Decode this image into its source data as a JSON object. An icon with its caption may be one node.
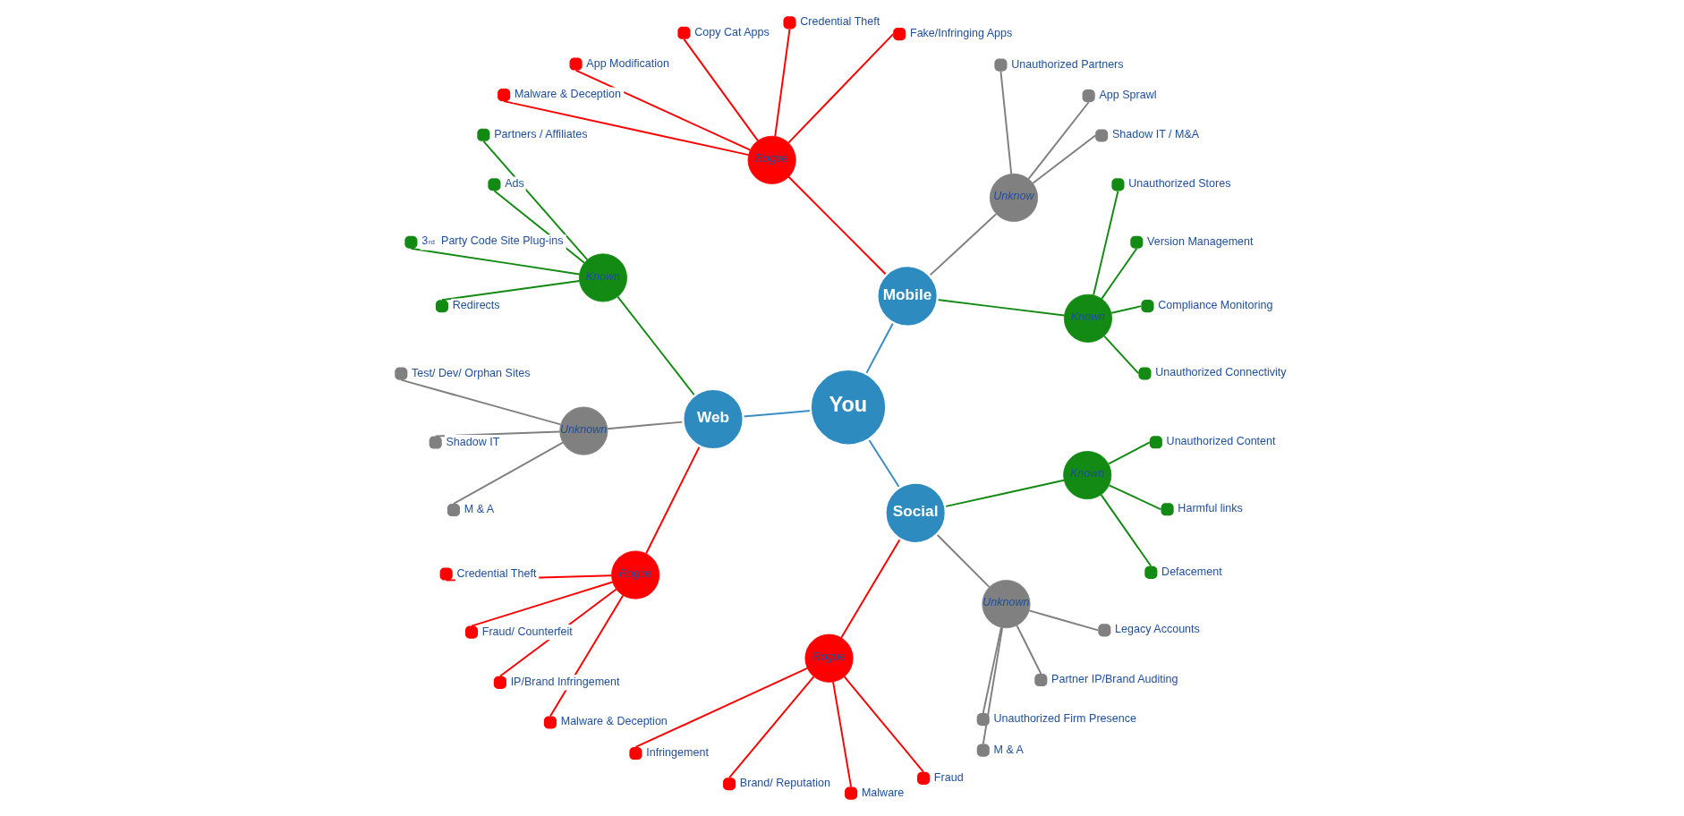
{
  "diagram": {
    "nodes": [
      {
        "text": [
          "You"
        ]
      },
      {
        "text": [
          "Mobile"
        ]
      },
      {
        "text": [
          "Known"
        ]
      },
      {
        "text": [
          "Unauthorized Connectivity"
        ]
      },
      {
        "text": [
          "Compliance Monitoring"
        ]
      },
      {
        "text": [
          "Version Management"
        ]
      },
      {
        "text": [
          "Unauthorized Stores"
        ]
      },
      {
        "text": [
          "Unknow"
        ]
      },
      {
        "text": [
          "Shadow IT / M&A"
        ]
      },
      {
        "text": [
          "App Sprawl"
        ]
      },
      {
        "text": [
          "Unauthorized Partners"
        ]
      },
      {
        "text": [
          "Rogue"
        ]
      },
      {
        "text": [
          "Fake/Infringing Apps"
        ]
      },
      {
        "text": [
          "Credential Theft"
        ]
      },
      {
        "text": [
          "Copy Cat Apps"
        ]
      },
      {
        "text": [
          "App Modification"
        ]
      },
      {
        "text": [
          "Malware & Deception"
        ]
      },
      {
        "text": [
          "Web"
        ]
      },
      {
        "text": [
          "Known"
        ]
      },
      {
        "text": [
          "Partners / Affiliates"
        ]
      },
      {
        "text": [
          "Ads"
        ]
      },
      {
        "text": [
          "3$^{rd}$ Party Code Site Plug-ins"
        ]
      },
      {
        "text": [
          "Redirects"
        ]
      },
      {
        "text": [
          "Unknown"
        ]
      },
      {
        "text": [
          "Test/ Dev/ Orphan Sites"
        ]
      },
      {
        "text": [
          "Shadow IT"
        ]
      },
      {
        "text": [
          "M & A"
        ]
      },
      {
        "text": [
          "Rogue"
        ]
      },
      {
        "text": [
          "Credential Theft"
        ]
      },
      {
        "text": [
          "Fraud/ Counterfeit"
        ]
      },
      {
        "text": [
          "IP/Brand Infringement"
        ]
      },
      {
        "text": [
          "Malware & Deception"
        ]
      },
      {
        "text": [
          "Social"
        ]
      },
      {
        "text": [
          "Rogue"
        ]
      },
      {
        "text": [
          "Infringement"
        ]
      },
      {
        "text": [
          "Brand/ Reputation"
        ]
      },
      {
        "text": [
          "Malware"
        ]
      },
      {
        "text": [
          "Fraud"
        ]
      },
      {
        "text": [
          "Unknown"
        ]
      },
      {
        "text": [
          "M & A"
        ]
      },
      {
        "text": [
          "Unauthorized Firm Presence"
        ]
      },
      {
        "text": [
          "Partner IP/Brand Auditing"
        ]
      },
      {
        "text": [
          "Legacy Accounts"
        ]
      },
      {
        "text": [
          "Known"
        ]
      },
      {
        "text": [
          "Defacement"
        ]
      },
      {
        "text": [
          "Harmful links"
        ]
      },
      {
        "text": [
          "Unauthorized Content"
        ]
      }
    ],
    "edges": [
      {
        "from": 0,
        "to": 1,
        "arrow": "none",
        "color": "#3a8dc5"
      },
      {
        "from": 1,
        "to": 2,
        "arrow": "none",
        "color": "#138a13"
      },
      {
        "from": 2,
        "to": 3,
        "arrow": "none",
        "color": "#138a13"
      },
      {
        "from": 2,
        "to": 4,
        "arrow": "none",
        "color": "#138a13"
      },
      {
        "from": 2,
        "to": 5,
        "arrow": "none",
        "color": "#138a13"
      },
      {
        "from": 2,
        "to": 6,
        "arrow": "none",
        "color": "#138a13"
      },
      {
        "from": 1,
        "to": 7,
        "arrow": "none",
        "color": "#808080"
      },
      {
        "from": 7,
        "to": 8,
        "arrow": "none",
        "color": "#808080"
      },
      {
        "from": 7,
        "to": 9,
        "arrow": "none",
        "color": "#808080"
      },
      {
        "from": 7,
        "to": 10,
        "arrow": "none",
        "color": "#808080"
      },
      {
        "from": 1,
        "to": 11,
        "arrow": "none",
        "color": "#ff0000"
      },
      {
        "from": 11,
        "to": 12,
        "arrow": "none",
        "color": "#ff0000"
      },
      {
        "from": 11,
        "to": 13,
        "arrow": "none",
        "color": "#ff0000"
      },
      {
        "from": 11,
        "to": 14,
        "arrow": "none",
        "color": "#ff0000"
      },
      {
        "from": 11,
        "to": 15,
        "arrow": "none",
        "color": "#ff0000"
      },
      {
        "from": 11,
        "to": 16,
        "arrow": "none",
        "color": "#ff0000"
      },
      {
        "from": 0,
        "to": 17,
        "arrow": "none",
        "color": "#3a8dc5"
      },
      {
        "from": 17,
        "to": 18,
        "arrow": "none",
        "color": "#138a13"
      },
      {
        "from": 18,
        "to": 19,
        "arrow": "none",
        "color": "#138a13"
      },
      {
        "from": 18,
        "to": 20,
        "arrow": "none",
        "color": "#138a13"
      },
      {
        "from": 18,
        "to": 21,
        "arrow": "none",
        "color": "#138a13"
      },
      {
        "from": 18,
        "to": 22,
        "arrow": "none",
        "color": "#138a13"
      },
      {
        "from": 17,
        "to": 23,
        "arrow": "none",
        "color": "#808080"
      },
      {
        "from": 23,
        "to": 24,
        "arrow": "none",
        "color": "#808080"
      },
      {
        "from": 23,
        "to": 25,
        "arrow": "none",
        "color": "#808080"
      },
      {
        "from": 23,
        "to": 26,
        "arrow": "none",
        "color": "#808080"
      },
      {
        "from": 17,
        "to": 27,
        "arrow": "none",
        "color": "#ff0000"
      },
      {
        "from": 27,
        "to": 28,
        "arrow": "none",
        "color": "#ff0000"
      },
      {
        "from": 27,
        "to": 29,
        "arrow": "none",
        "color": "#ff0000"
      },
      {
        "from": 27,
        "to": 30,
        "arrow": "none",
        "color": "#ff0000"
      },
      {
        "from": 27,
        "to": 31,
        "arrow": "none",
        "color": "#ff0000"
      },
      {
        "from": 0,
        "to": 32,
        "arrow": "none",
        "color": "#3a8dc5"
      },
      {
        "from": 32,
        "to": 33,
        "arrow": "none",
        "color": "#ff0000"
      },
      {
        "from": 33,
        "to": 34,
        "arrow": "none",
        "color": "#ff0000"
      },
      {
        "from": 33,
        "to": 35,
        "arrow": "none",
        "color": "#ff0000"
      },
      {
        "from": 33,
        "to": 36,
        "arrow": "none",
        "color": "#ff0000"
      },
      {
        "from": 33,
        "to": 37,
        "arrow": "none",
        "color": "#ff0000"
      },
      {
        "from": 32,
        "to": 38,
        "arrow": "none",
        "color": "#808080"
      },
      {
        "from": 38,
        "to": 39,
        "arrow": "none",
        "color": "#808080"
      },
      {
        "from": 38,
        "to": 40,
        "arrow": "none",
        "color": "#808080"
      },
      {
        "from": 38,
        "to": 41,
        "arrow": "none",
        "color": "#808080"
      },
      {
        "from": 38,
        "to": 42,
        "arrow": "none",
        "color": "#808080"
      },
      {
        "from": 32,
        "to": 43,
        "arrow": "none",
        "color": "#138a13"
      },
      {
        "from": 43,
        "to": 44,
        "arrow": "none",
        "color": "#138a13"
      },
      {
        "from": 43,
        "to": 45,
        "arrow": "none",
        "color": "#138a13"
      },
      {
        "from": 43,
        "to": 46,
        "arrow": "none",
        "color": "#138a13"
      }
    ]
  }
}
